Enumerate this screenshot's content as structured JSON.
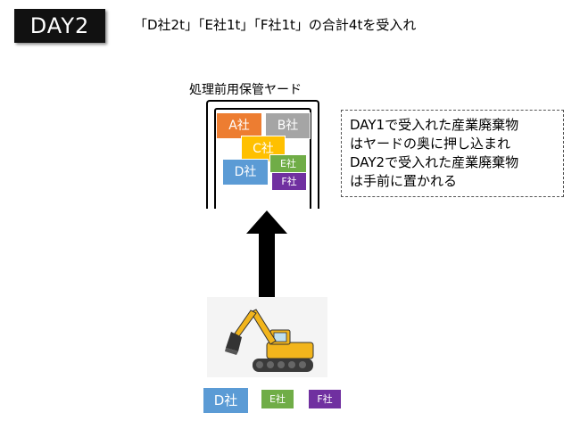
{
  "header": {
    "day_label": "DAY2",
    "description": "「D社2t」「E社1t」「F社1t」の合計4tを受入れ"
  },
  "yard": {
    "title": "処理前用保管ヤード",
    "boxes": {
      "a": {
        "label": "A社",
        "color": "#ed7d31"
      },
      "b": {
        "label": "B社",
        "color": "#a5a5a5"
      },
      "c": {
        "label": "C社",
        "color": "#ffc000"
      },
      "d": {
        "label": "D社",
        "color": "#5b9bd5"
      },
      "e": {
        "label": "E社",
        "color": "#70ad47"
      },
      "f": {
        "label": "F社",
        "color": "#7030a0"
      }
    }
  },
  "note": {
    "lines": [
      "DAY1で受入れた産業廃棄物",
      "はヤードの奥に押し込まれ",
      "DAY2で受入れた産業廃棄物",
      "は手前に置かれる"
    ]
  },
  "incoming": {
    "d_label": "D社",
    "e_label": "E社",
    "f_label": "F社"
  }
}
